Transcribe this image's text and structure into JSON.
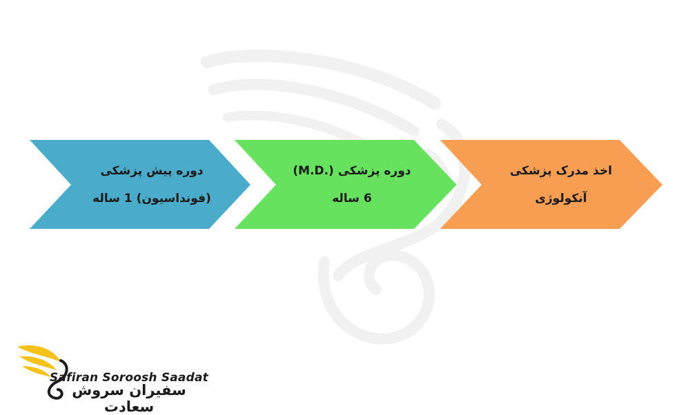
{
  "colors": {
    "step1": "#4aabca",
    "step2": "#5fe055",
    "step3": "#f7994a",
    "logo_gold": "#f6c21a",
    "logo_dark": "#1b1b1b"
  },
  "steps": [
    {
      "line1": "دوره پیش پزشکی",
      "line2": "(فونداسیون) 1 ساله"
    },
    {
      "line1": "دوره پزشکی (.M.D)",
      "line2": "6 ساله"
    },
    {
      "line1": "اخذ مدرک پزشکی",
      "line2": "آنکولوژی"
    }
  ],
  "logo": {
    "name_en": "Safiran Soroosh Saadat",
    "name_fa": "سفیران سروش سعادت"
  }
}
